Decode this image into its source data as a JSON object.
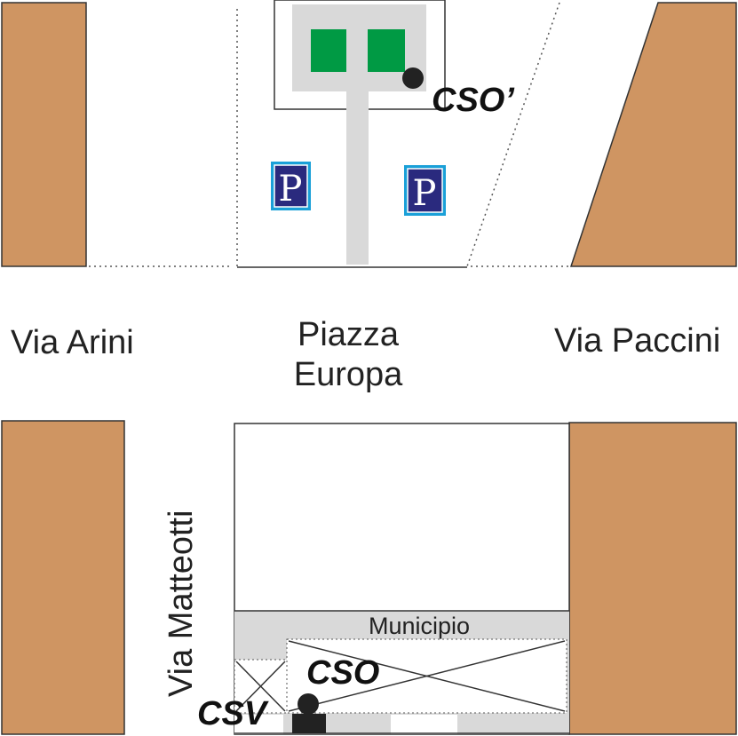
{
  "streets": {
    "via_arini": "Via Arini",
    "piazza_line1": "Piazza",
    "piazza_line2": "Europa",
    "via_paccini": "Via Paccini",
    "via_matteotti": "Via Matteotti"
  },
  "buildings": {
    "municipio": "Municipio"
  },
  "markers": {
    "cso_prime": "CSO’",
    "cso": "CSO",
    "csv": "CSV"
  },
  "parking": {
    "glyph": "P",
    "icon": "parking-icon"
  },
  "colors": {
    "building": "#cf9562",
    "green": "#009a44",
    "parking_bg": "#2a2a7e",
    "parking_border": "#1aa0d8",
    "gray": "#d9d9d9",
    "marker": "#222222"
  }
}
